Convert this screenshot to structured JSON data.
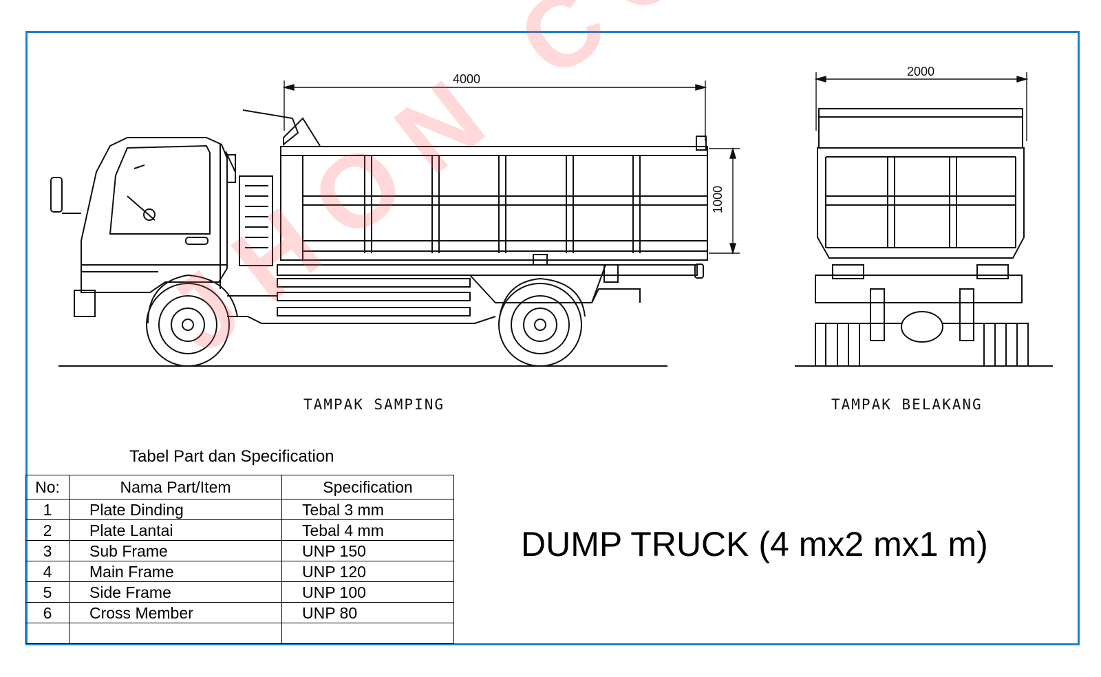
{
  "title": "DUMP TRUCK (4 mx2 mx1 m)",
  "views": {
    "side": {
      "label": "TAMPAK SAMPING",
      "length_dim": "4000",
      "height_dim": "1000"
    },
    "rear": {
      "label": "TAMPAK BELAKANG",
      "width_dim": "2000"
    }
  },
  "watermark": "JHON COOL",
  "table": {
    "caption": "Tabel Part dan Specification",
    "headers": {
      "no": "No:",
      "name": "Nama Part/Item",
      "spec": "Specification"
    },
    "rows": [
      {
        "no": "1",
        "name": "Plate Dinding",
        "spec": "Tebal 3 mm"
      },
      {
        "no": "2",
        "name": "Plate Lantai",
        "spec": "Tebal 4 mm"
      },
      {
        "no": "3",
        "name": "Sub Frame",
        "spec": "UNP 150"
      },
      {
        "no": "4",
        "name": "Main Frame",
        "spec": "UNP 120"
      },
      {
        "no": "5",
        "name": "Side Frame",
        "spec": "UNP 100"
      },
      {
        "no": "6",
        "name": "Cross Member",
        "spec": "UNP 80"
      },
      {
        "no": "",
        "name": "",
        "spec": ""
      }
    ]
  },
  "colors": {
    "border": "#1f7fd0",
    "watermark": "#ff5050",
    "line": "#111111"
  }
}
